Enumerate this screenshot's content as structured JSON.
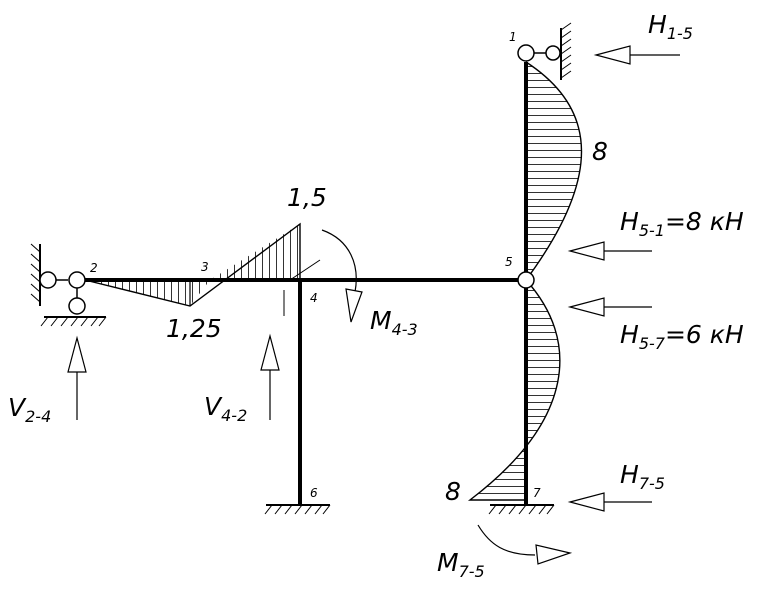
{
  "nodes": {
    "n1": "1",
    "n2": "2",
    "n3": "3",
    "n4": "4",
    "n5": "5",
    "n6": "6",
    "n7": "7"
  },
  "values": {
    "moment_top_1_5": "8",
    "moment_bottom_7": "8",
    "moment_beam_max": "1,5",
    "moment_beam_min": "1,25"
  },
  "forces": {
    "H15_main": "H",
    "H15_sub": "1-5",
    "H51_main": "H",
    "H51_sub": "5-1",
    "H51_value": "=8 кН",
    "H57_main": "H",
    "H57_sub": "5-7",
    "H57_value": "=6 кН",
    "H75_main": "H",
    "H75_sub": "7-5",
    "V24_main": "V",
    "V24_sub": "2-4",
    "V42_main": "V",
    "V42_sub": "4-2",
    "M43_main": "M",
    "M43_sub": "4-3",
    "M75_main": "M",
    "M75_sub": "7-5"
  },
  "colors": {
    "ink": "#000000",
    "background": "#ffffff"
  }
}
